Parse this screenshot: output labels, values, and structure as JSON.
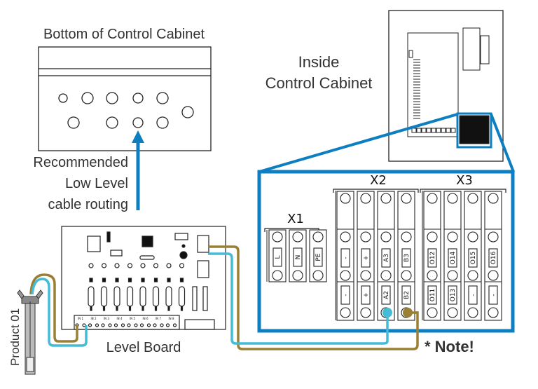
{
  "labels": {
    "bottom_cabinet": "Bottom of Control Cabinet",
    "inside_line1": "Inside",
    "inside_line2": "Control Cabinet",
    "routing_line1": "Recommended",
    "routing_line2": "Low Level",
    "routing_line3": "cable routing",
    "level_board": "Level Board",
    "note": "* Note!",
    "product": "Product 01"
  },
  "terminals": {
    "x1": {
      "name": "X1",
      "labels": [
        "L",
        "N",
        "PE"
      ]
    },
    "x2": {
      "name": "X2",
      "upper": [
        "-",
        "+",
        "A3",
        "B3"
      ],
      "lower": [
        "-",
        "+",
        "A2",
        "B2"
      ]
    },
    "x3": {
      "name": "X3",
      "upper": [
        "O12",
        "O14",
        "O15",
        "O16"
      ],
      "lower": [
        "O11",
        "O13",
        "-",
        "-"
      ]
    }
  },
  "board": {
    "inputs": [
      "IN 1",
      "IN 2",
      "IN 3",
      "IN 4",
      "IN 5",
      "IN 6",
      "IN 7",
      "IN 8"
    ]
  },
  "colors": {
    "accent_blue": "#0d7fc0",
    "wire_cyan": "#45bcd6",
    "wire_brown": "#9a8035"
  }
}
